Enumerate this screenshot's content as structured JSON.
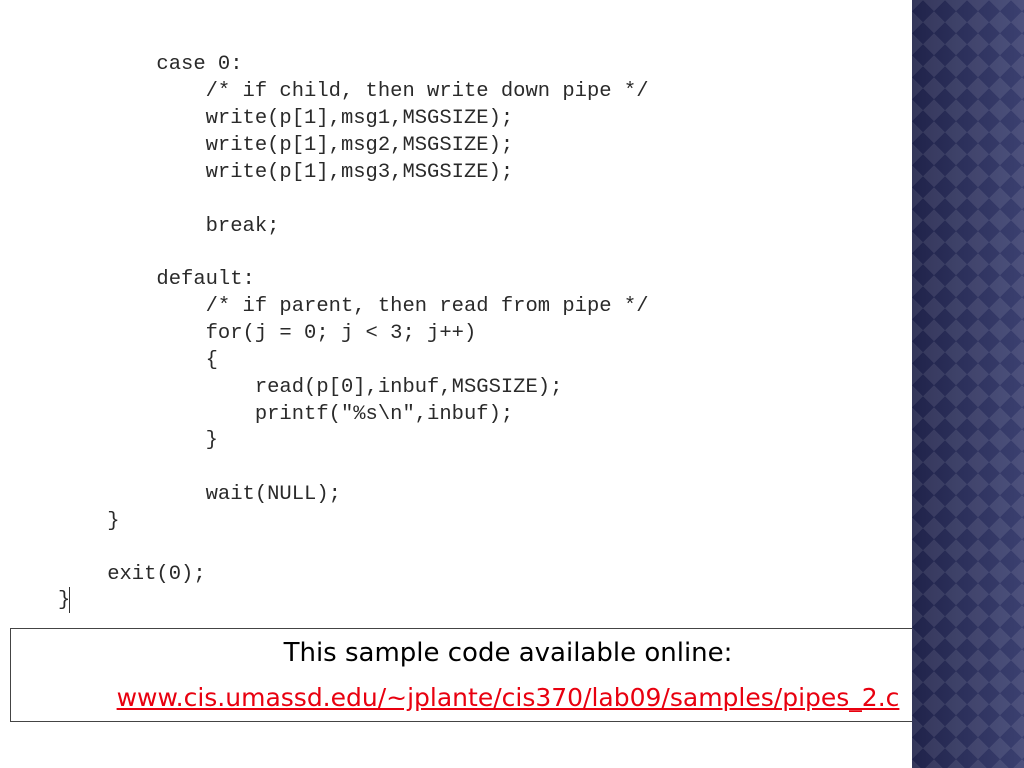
{
  "code": {
    "lines": [
      "        case 0:",
      "            /* if child, then write down pipe */",
      "            write(p[1],msg1,MSGSIZE);",
      "            write(p[1],msg2,MSGSIZE);",
      "            write(p[1],msg3,MSGSIZE);",
      "",
      "            break;",
      "",
      "        default:",
      "            /* if parent, then read from pipe */",
      "            for(j = 0; j < 3; j++)",
      "            {",
      "                read(p[0],inbuf,MSGSIZE);",
      "                printf(\"%s\\n\",inbuf);",
      "            }",
      "",
      "            wait(NULL);",
      "    }",
      "",
      "    exit(0);",
      "}"
    ]
  },
  "info": {
    "text": "This sample code available online:",
    "link": "www.cis.umassd.edu/~jplante/cis370/lab09/samples/pipes_2.c"
  },
  "colors": {
    "link": "#e8000f",
    "sidebar": "#2b2f57"
  }
}
